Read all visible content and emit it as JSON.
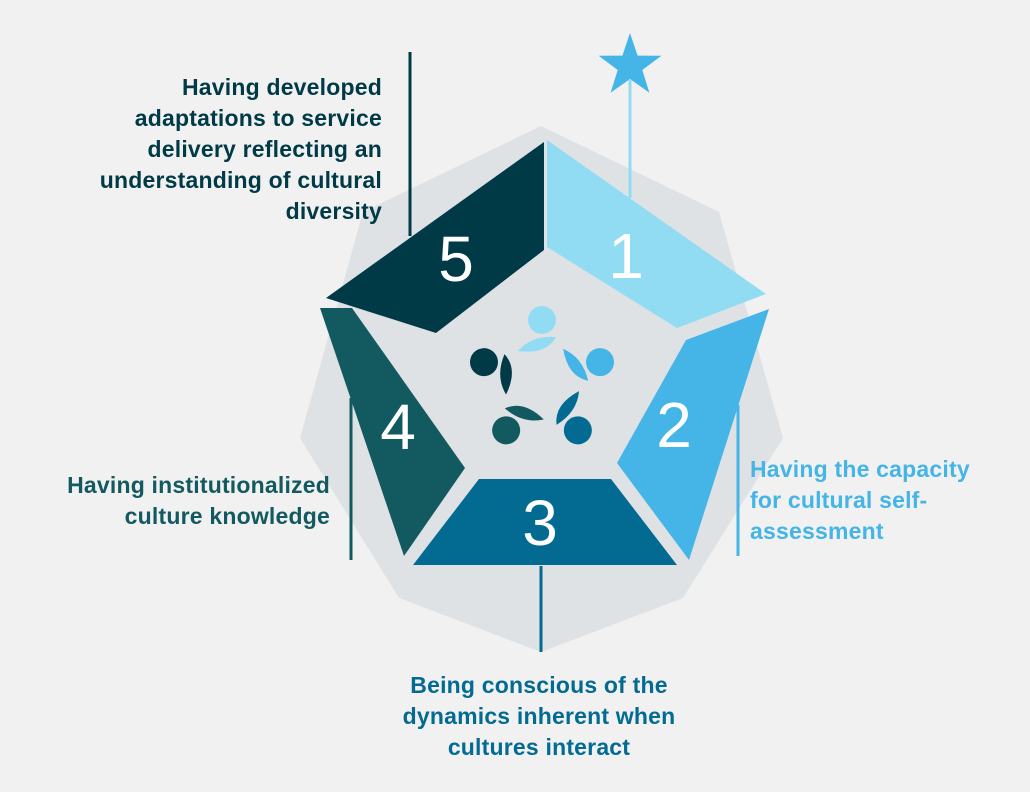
{
  "colors": {
    "background": "#f1f1f1",
    "step1": "#92dcf3",
    "step2": "#45b4e6",
    "step3": "#036b92",
    "step4": "#135a60",
    "step5": "#013a47",
    "halo": "#ced6da",
    "number_text": "#ffffff"
  },
  "top_marker_icon": "star-icon",
  "center_icon": "people-circle-icon",
  "steps": [
    {
      "number": "1",
      "lines": []
    },
    {
      "number": "2",
      "lines": [
        "Having the capacity",
        "for cultural self-",
        "assessment"
      ]
    },
    {
      "number": "3",
      "lines": [
        "Being conscious of the",
        "dynamics inherent when",
        "cultures interact"
      ]
    },
    {
      "number": "4",
      "lines": [
        "Having institutionalized",
        "culture knowledge"
      ]
    },
    {
      "number": "5",
      "lines": [
        "Having developed",
        "adaptations to service",
        "delivery reflecting an",
        "understanding of cultural",
        "diversity"
      ]
    }
  ]
}
